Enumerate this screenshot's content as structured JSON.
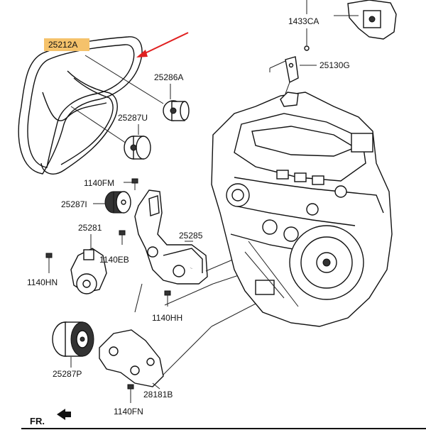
{
  "labels": {
    "belt": "25212A",
    "idler_top": "25286A",
    "tensioner_pulley": "25287U",
    "bolt_fm": "1140FM",
    "idler_mid": "25287I",
    "tensioner": "25281",
    "bolt_eb": "1140EB",
    "bracket": "25285",
    "bolt_hn": "1140HN",
    "bolt_hh": "1140HH",
    "pulley_bottom": "25287P",
    "bracket_bottom": "28181B",
    "bolt_fn": "1140FN",
    "clip_top": "1433CA",
    "gasket": "25130G"
  },
  "footer": {
    "fr": "FR."
  },
  "colors": {
    "highlight": "#f5c26b",
    "arrow": "#e02020",
    "ink": "#111111"
  }
}
